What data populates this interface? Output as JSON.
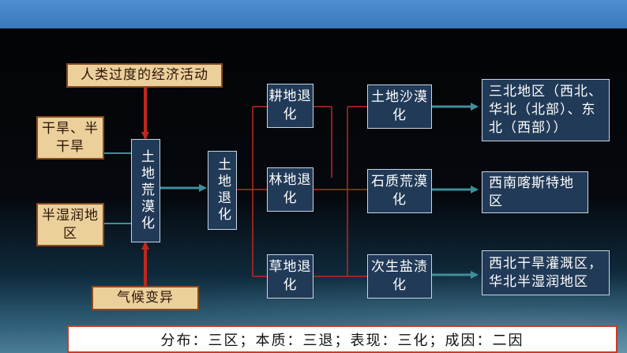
{
  "factors": {
    "human": "人类过度的经济活动",
    "arid": "干旱、半干旱",
    "humid": "半湿润地区",
    "climate": "气候变异"
  },
  "core": {
    "land_desertification": "土地荒漠化",
    "land_degradation": "土地退化"
  },
  "degradation_types": [
    "耕地退化",
    "林地退化",
    "草地退化"
  ],
  "manifestations": [
    "土地沙漠化",
    "石质荒漠化",
    "次生盐渍化"
  ],
  "regions": [
    "三北地区（西北、华北（北部）、东北（西部））",
    "西南喀斯特地区",
    "西北干旱灌溉区，华北半湿润地区"
  ],
  "summary": "分布：三区；本质：三退；表现：三化；成因：二因",
  "colors": {
    "factor_fill": "#ebd09b",
    "factor_border": "#8a4a1c",
    "node_fill": "#213a57",
    "node_border": "#c9d6e3",
    "red_arrow": "#c0281c",
    "blue_arrow": "#3f8f9a",
    "summary_border": "#c83a28"
  }
}
